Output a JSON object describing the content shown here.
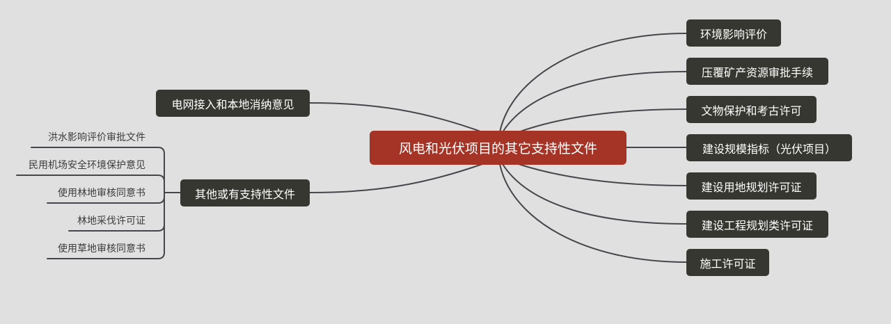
{
  "mindmap": {
    "root": {
      "label": "风电和光伏项目的其它支持性文件",
      "color": "#a63426"
    },
    "right_branches": [
      {
        "label": "环境影响评价"
      },
      {
        "label": "压覆矿产资源审批手续"
      },
      {
        "label": "文物保护和考古许可"
      },
      {
        "label": "建设规模指标（光伏项目）"
      },
      {
        "label": "建设用地规划许可证"
      },
      {
        "label": "建设工程规划类许可证"
      },
      {
        "label": "施工许可证"
      }
    ],
    "left_branches": [
      {
        "label": "电网接入和本地消纳意见",
        "children": []
      },
      {
        "label": "其他或有支持性文件",
        "children": [
          {
            "label": "洪水影响评价审批文件"
          },
          {
            "label": "民用机场安全环境保护意见"
          },
          {
            "label": "使用林地审核同意书"
          },
          {
            "label": "林地采伐许可证"
          },
          {
            "label": "使用草地审核同意书"
          }
        ]
      }
    ],
    "colors": {
      "background": "#e0e0e0",
      "branch_fill": "#373731",
      "connector": "#45454a",
      "leaf_text": "#3c3c3c"
    }
  }
}
